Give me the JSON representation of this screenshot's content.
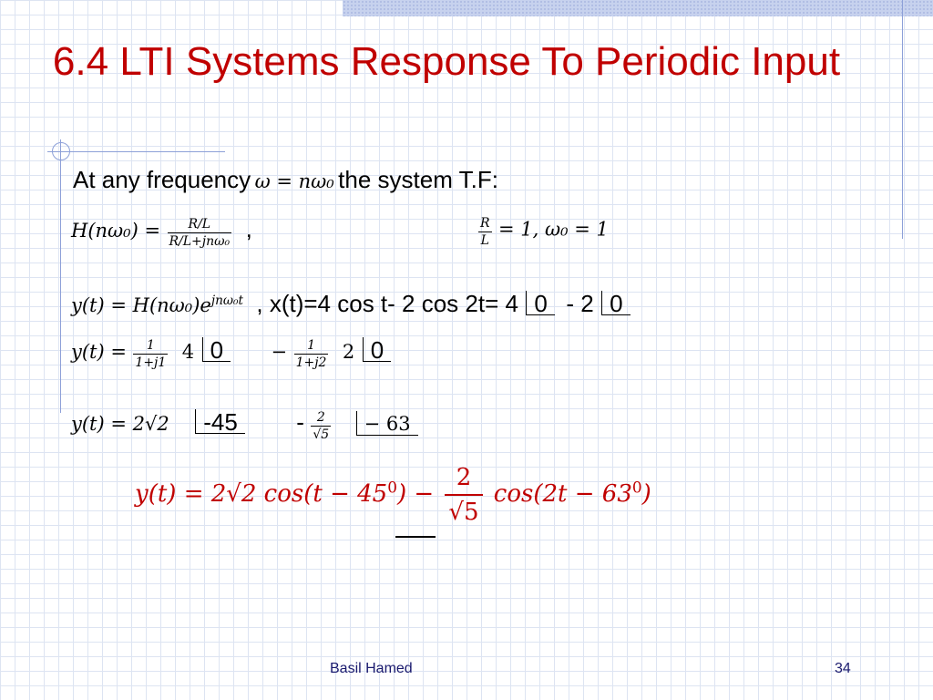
{
  "slide": {
    "title": "6.4 LTI Systems Response To Periodic Input",
    "line1": {
      "text_a": "At any frequency",
      "math": "ω = nω₀",
      "text_b": "the system T.F:"
    },
    "line2": {
      "lhs": "H(nω₀) =",
      "num": "R/L",
      "den": "R/L+jnω₀",
      "comma": ",",
      "rl_num": "R",
      "rl_den": "L",
      "rhs": "= 1,  ω₀ = 1"
    },
    "line3": {
      "math": "y(t) = H(nω₀)e",
      "exponent": "jnω₀t",
      "text": ", x(t)=4 cos t- 2 cos 2t= 4",
      "angle1": "0",
      "minus": "- 2",
      "angle2": "0"
    },
    "line4": {
      "lhs": "y(t) =",
      "f1_num": "1",
      "f1_den": "1+j1",
      "coef1": "4",
      "angle1": "0",
      "minus": "−",
      "f2_num": "1",
      "f2_den": "1+j2",
      "coef2": "2",
      "angle2": "0"
    },
    "line5": {
      "lhs": "y(t) = 2√2",
      "angle1": "-45",
      "minus": "-",
      "f_num": "2",
      "f_den": "√5",
      "angle2": "− 63"
    },
    "result": {
      "part1": "y(t) = 2√2 cos(t − 45",
      "sup1": "0",
      "part2": ") −",
      "f_num": "2",
      "f_den": "√5",
      "part3": "cos(2t − 63",
      "sup2": "0",
      "part4": ")"
    },
    "footer": {
      "author": "Basil Hamed",
      "page": "34"
    }
  },
  "colors": {
    "title": "#c00000",
    "grid": "#dde4f2",
    "rule": "#8da0d8",
    "footer": "#1a1a6e"
  }
}
